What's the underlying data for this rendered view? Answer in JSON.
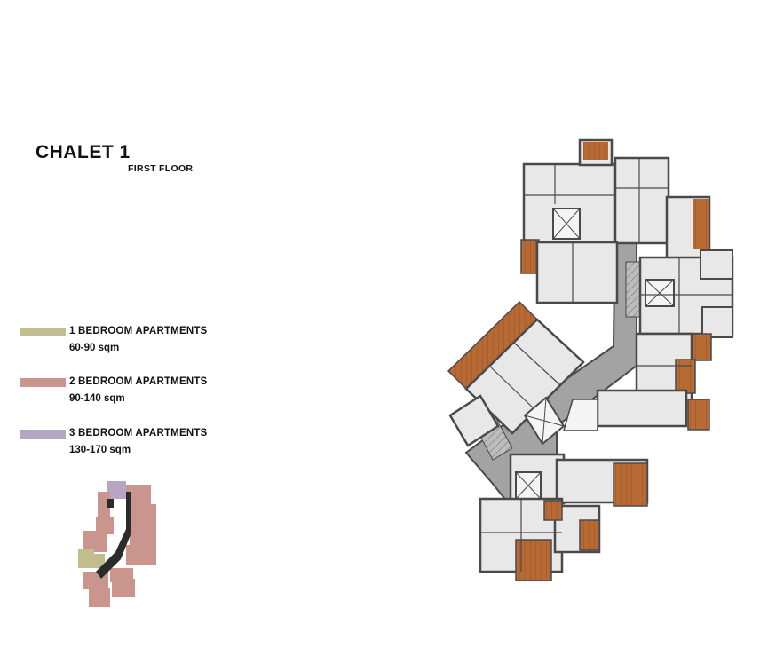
{
  "header": {
    "title": "CHALET 1",
    "subtitle": "FIRST FLOOR"
  },
  "legend": [
    {
      "label": "1 BEDROOM APARTMENTS",
      "area": "60-90 sqm",
      "color": "#c2bd8e"
    },
    {
      "label": "2 BEDROOM APARTMENTS",
      "area": "90-140 sqm",
      "color": "#c9958d"
    },
    {
      "label": "3 BEDROOM APARTMENTS",
      "area": "130-170 sqm",
      "color": "#b6a6c3"
    }
  ],
  "colors": {
    "corridor": "#9b9b9b",
    "wall": "#4a4a4a",
    "floor": "#e8e8e8",
    "deck": "#b86a35",
    "keyplan_core": "#2b2b2b"
  }
}
